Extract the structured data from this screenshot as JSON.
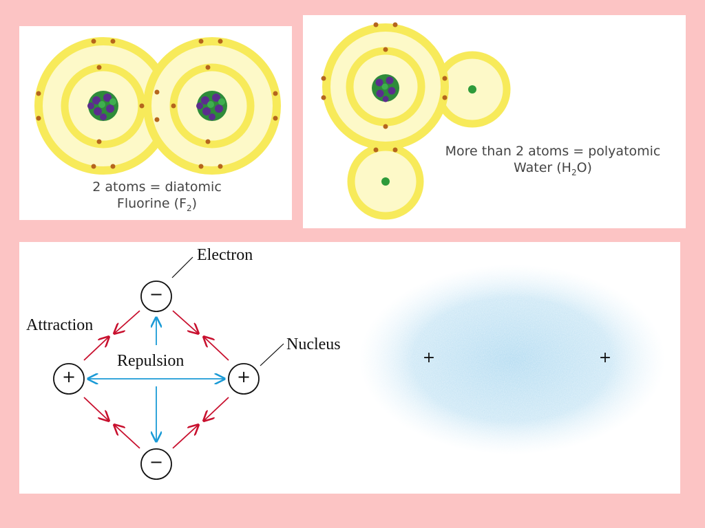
{
  "diatomic": {
    "line1": "2 atoms = diatomic",
    "line2_prefix": "Fluorine (F",
    "line2_sub": "2",
    "line2_suffix": ")"
  },
  "polyatomic": {
    "line1": "More than 2 atoms = polyatomic",
    "line2_prefix": "Water (H",
    "line2_sub": "2",
    "line2_suffix": "O)"
  },
  "bonding": {
    "electron_label": "Electron",
    "nucleus_label": "Nucleus",
    "attraction_label": "Attraction",
    "repulsion_label": "Repulsion",
    "minus_sign": "−",
    "plus_sign": "+"
  },
  "colors": {
    "background": "#fcc4c4",
    "shell": "#f7ea5a",
    "shell_fill": "#fdf9c8",
    "electron": "#b5651d",
    "nucleus_green": "#2e8b3a",
    "nucleus_purple": "#5b2d8e",
    "attraction_arrow": "#c8102e",
    "repulsion_arrow": "#1a9ad6",
    "cloud": "#9fd0ec"
  }
}
